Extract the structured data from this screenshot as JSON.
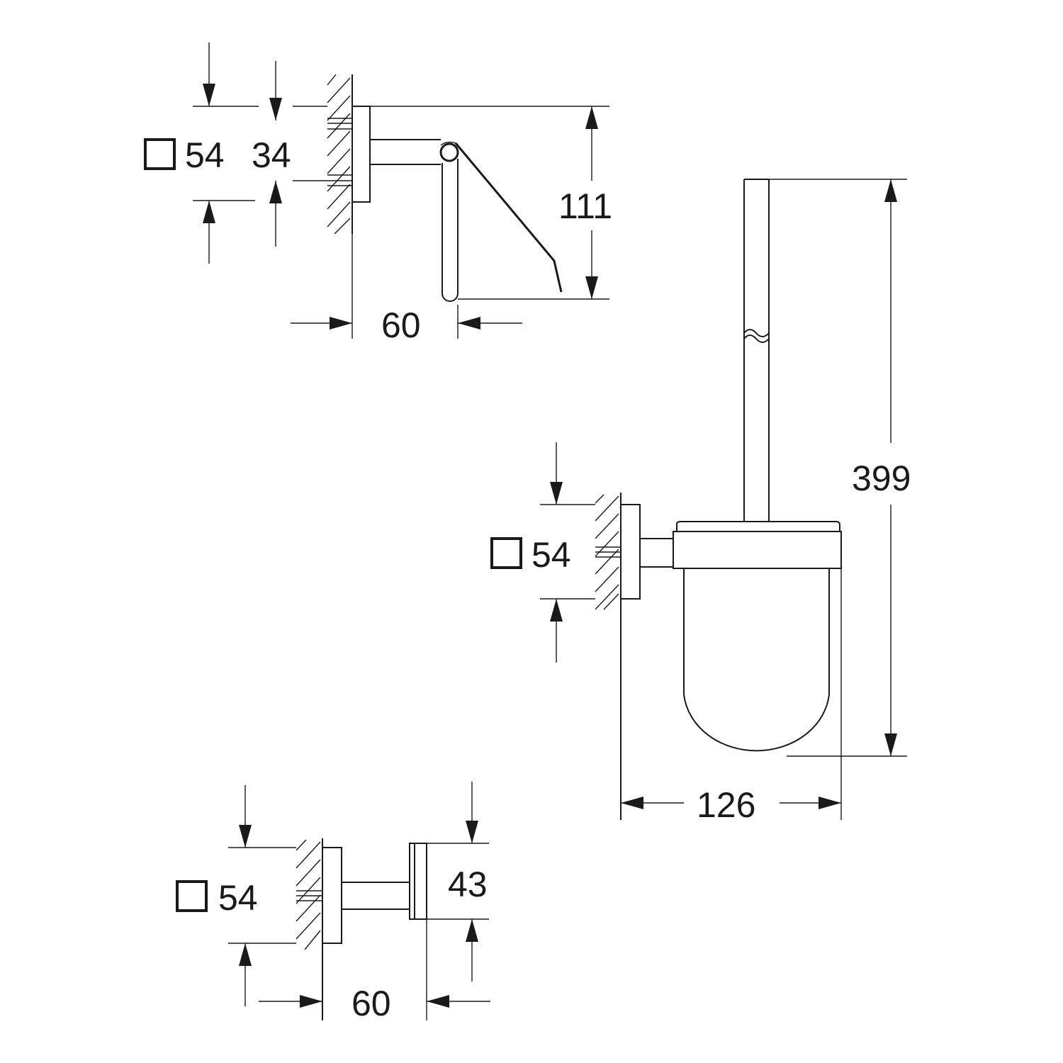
{
  "colors": {
    "line": "#1a1a1a",
    "background": "#ffffff"
  },
  "paper_holder": {
    "square_symbol": "square-icon",
    "size_label": "54",
    "pin_spacing_label": "34",
    "height_label": "111",
    "projection_label": "60"
  },
  "brush_holder": {
    "square_symbol": "square-icon",
    "size_label": "54",
    "height_label": "399",
    "width_label": "126"
  },
  "hook": {
    "square_symbol": "square-icon",
    "size_label": "54",
    "head_height_label": "43",
    "projection_label": "60"
  }
}
